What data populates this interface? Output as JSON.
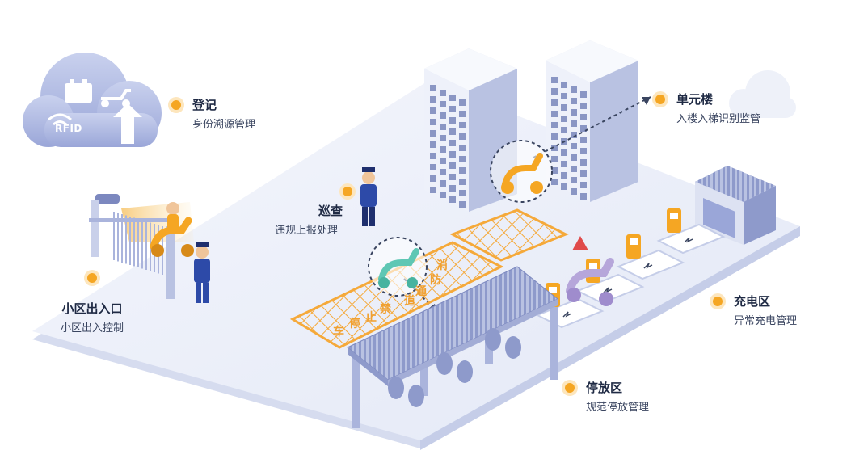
{
  "rfid": {
    "label": "RFID"
  },
  "labels": {
    "register": {
      "title": "登记",
      "sub": "身份溯源管理"
    },
    "unit": {
      "title": "单元楼",
      "sub": "入楼入梯识别监管"
    },
    "patrol": {
      "title": "巡查",
      "sub": "违规上报处理"
    },
    "entrance": {
      "title": "小区出入口",
      "sub": "小区出入控制"
    },
    "charging": {
      "title": "充电区",
      "sub": "异常充电管理"
    },
    "parking": {
      "title": "停放区",
      "sub": "规范停放管理"
    }
  },
  "lane_text": {
    "chars": [
      "消",
      "防",
      "通",
      "道",
      "禁",
      "止",
      "停",
      "车"
    ]
  },
  "colors": {
    "accent": "#f5a623",
    "platform": "#eef1fa",
    "building": "#e6eaf5",
    "window": "#8a96c4",
    "lane": "#f5a93a",
    "guard": "#2d4aa8"
  }
}
